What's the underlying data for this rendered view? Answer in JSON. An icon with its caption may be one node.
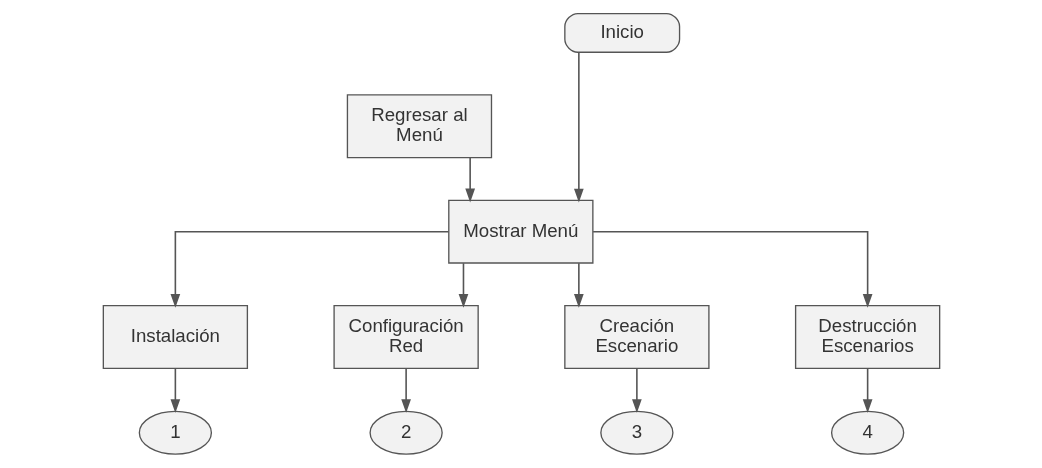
{
  "diagram": {
    "nodes": [
      {
        "text": [
          "Inicio"
        ]
      },
      {
        "text": [
          "Regresar al Menú"
        ]
      },
      {
        "text": [
          "Mostrar Menú"
        ]
      },
      {
        "text": [
          "Instalación"
        ]
      },
      {
        "text": [
          "Configuración Red"
        ]
      },
      {
        "text": [
          "Creación Escenario"
        ]
      },
      {
        "text": [
          "Destrucción Escenarios"
        ]
      },
      {
        "text": [
          "1"
        ]
      },
      {
        "text": [
          "2"
        ]
      },
      {
        "text": [
          "3"
        ]
      },
      {
        "text": [
          "4"
        ]
      }
    ],
    "edges": [
      {
        "from": 0,
        "to": 2,
        "arrow": "to"
      },
      {
        "from": 1,
        "to": 2,
        "arrow": "to"
      },
      {
        "from": 2,
        "to": 3,
        "arrow": "to"
      },
      {
        "from": 2,
        "to": 4,
        "arrow": "to"
      },
      {
        "from": 2,
        "to": 5,
        "arrow": "to"
      },
      {
        "from": 2,
        "to": 6,
        "arrow": "to"
      },
      {
        "from": 3,
        "to": 7,
        "arrow": "to"
      },
      {
        "from": 4,
        "to": 8,
        "arrow": "to"
      },
      {
        "from": 5,
        "to": 9,
        "arrow": "to"
      },
      {
        "from": 6,
        "to": 10,
        "arrow": "to"
      }
    ]
  }
}
